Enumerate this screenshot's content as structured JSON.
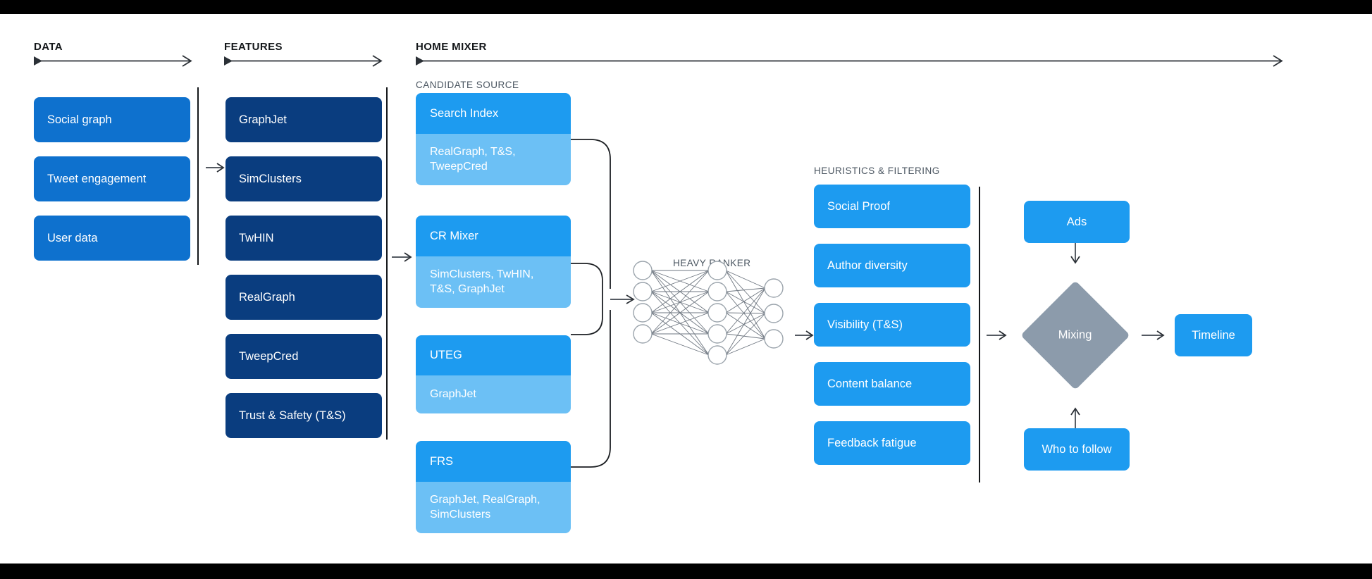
{
  "phases": [
    {
      "name": "DATA",
      "label": "DATA"
    },
    {
      "name": "FEATURES",
      "label": "FEATURES"
    },
    {
      "name": "HOME MIXER",
      "label": "HOME MIXER"
    }
  ],
  "section_labels": {
    "candidate_source": "CANDIDATE SOURCE",
    "heavy_ranker": "HEAVY RANKER",
    "heuristics": "HEURISTICS & FILTERING"
  },
  "data_column": {
    "items": [
      {
        "label": "Social graph"
      },
      {
        "label": "Tweet engagement"
      },
      {
        "label": "User data"
      }
    ]
  },
  "features_column": {
    "items": [
      {
        "label": "GraphJet"
      },
      {
        "label": "SimClusters"
      },
      {
        "label": "TwHIN"
      },
      {
        "label": "RealGraph"
      },
      {
        "label": "TweepCred"
      },
      {
        "label": "Trust & Safety (T&S)"
      }
    ]
  },
  "candidate_sources": [
    {
      "title": "Search Index",
      "detail": "RealGraph, T&S,\nTweepCred"
    },
    {
      "title": "CR Mixer",
      "detail": "SimClusters, TwHIN,\nT&S, GraphJet"
    },
    {
      "title": "UTEG",
      "detail": "GraphJet"
    },
    {
      "title": "FRS",
      "detail": "GraphJet, RealGraph,\nSimClusters"
    }
  ],
  "heavy_ranker": {
    "label": "HEAVY RANKER",
    "layers": [
      4,
      5,
      3
    ]
  },
  "heuristics_column": {
    "items": [
      {
        "label": "Social Proof"
      },
      {
        "label": "Author diversity"
      },
      {
        "label": "Visibility (T&S)"
      },
      {
        "label": "Content balance"
      },
      {
        "label": "Feedback fatigue"
      }
    ]
  },
  "mixing_stage": {
    "ads": "Ads",
    "who_to_follow": "Who to follow",
    "mixing": "Mixing",
    "timeline": "Timeline"
  },
  "colors": {
    "data_box": "#0e71ce",
    "feature_box": "#0a3d7f",
    "candidate_head": "#1d9bf0",
    "candidate_sub": "#6cc0f5",
    "heuristic_box": "#1d9bf0",
    "mixing_diamond": "#8c9bab",
    "terminal_box": "#1d9bf0",
    "background": "#ffffff",
    "rule": "#14171a"
  }
}
